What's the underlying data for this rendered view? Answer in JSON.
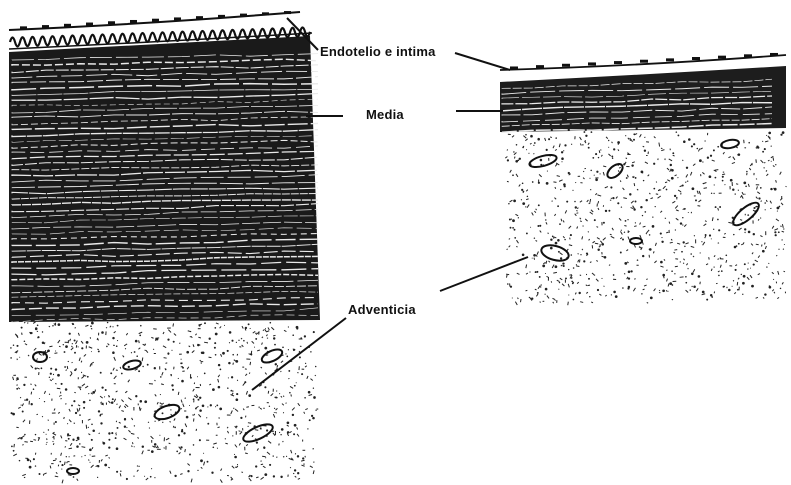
{
  "labels": {
    "endothelium": "Endotelio e intima",
    "media": "Media",
    "adventitia": "Adventicia"
  },
  "colors": {
    "ink": "#111111",
    "background": "#ffffff"
  }
}
